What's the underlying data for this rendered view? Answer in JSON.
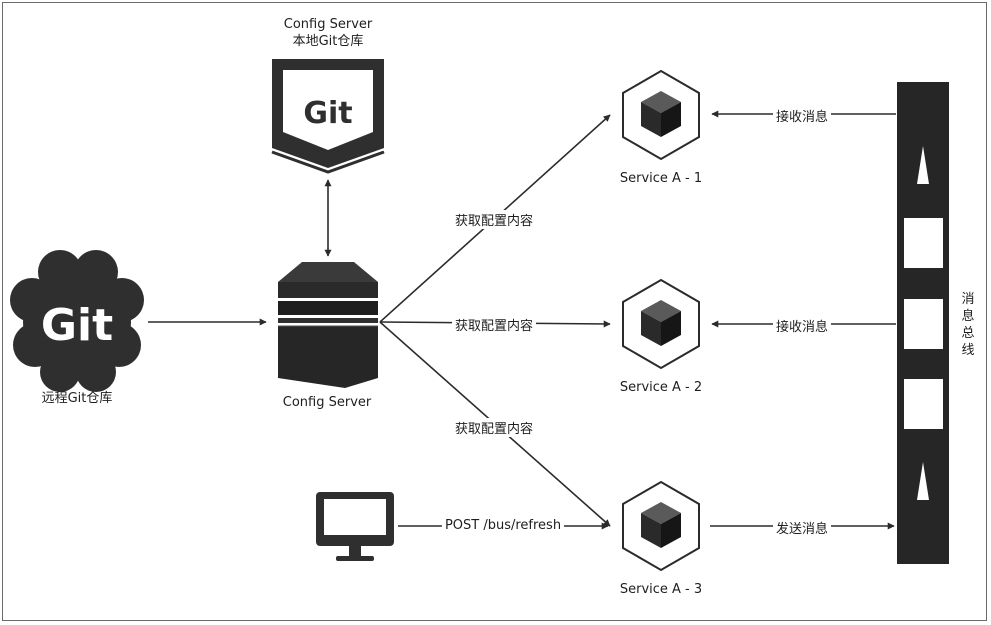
{
  "local_repo": {
    "title": "Config Server",
    "subtitle": "本地Git仓库",
    "logo_text": "Git"
  },
  "remote_repo": {
    "label": "远程Git仓库",
    "logo_text": "Git"
  },
  "config_server": {
    "label": "Config Server"
  },
  "services": [
    {
      "label": "Service A - 1"
    },
    {
      "label": "Service A - 2"
    },
    {
      "label": "Service A - 3"
    }
  ],
  "fetch_labels": [
    "获取配置内容",
    "获取配置内容",
    "获取配置内容"
  ],
  "receive_labels": [
    "接收消息",
    "接收消息"
  ],
  "send_label": "发送消息",
  "post_label": "POST /bus/refresh",
  "bus": {
    "label": "消息总线"
  },
  "colors": {
    "ink": "#2b2b2b",
    "bus": "#262626",
    "logo": "#2f2f2f"
  }
}
